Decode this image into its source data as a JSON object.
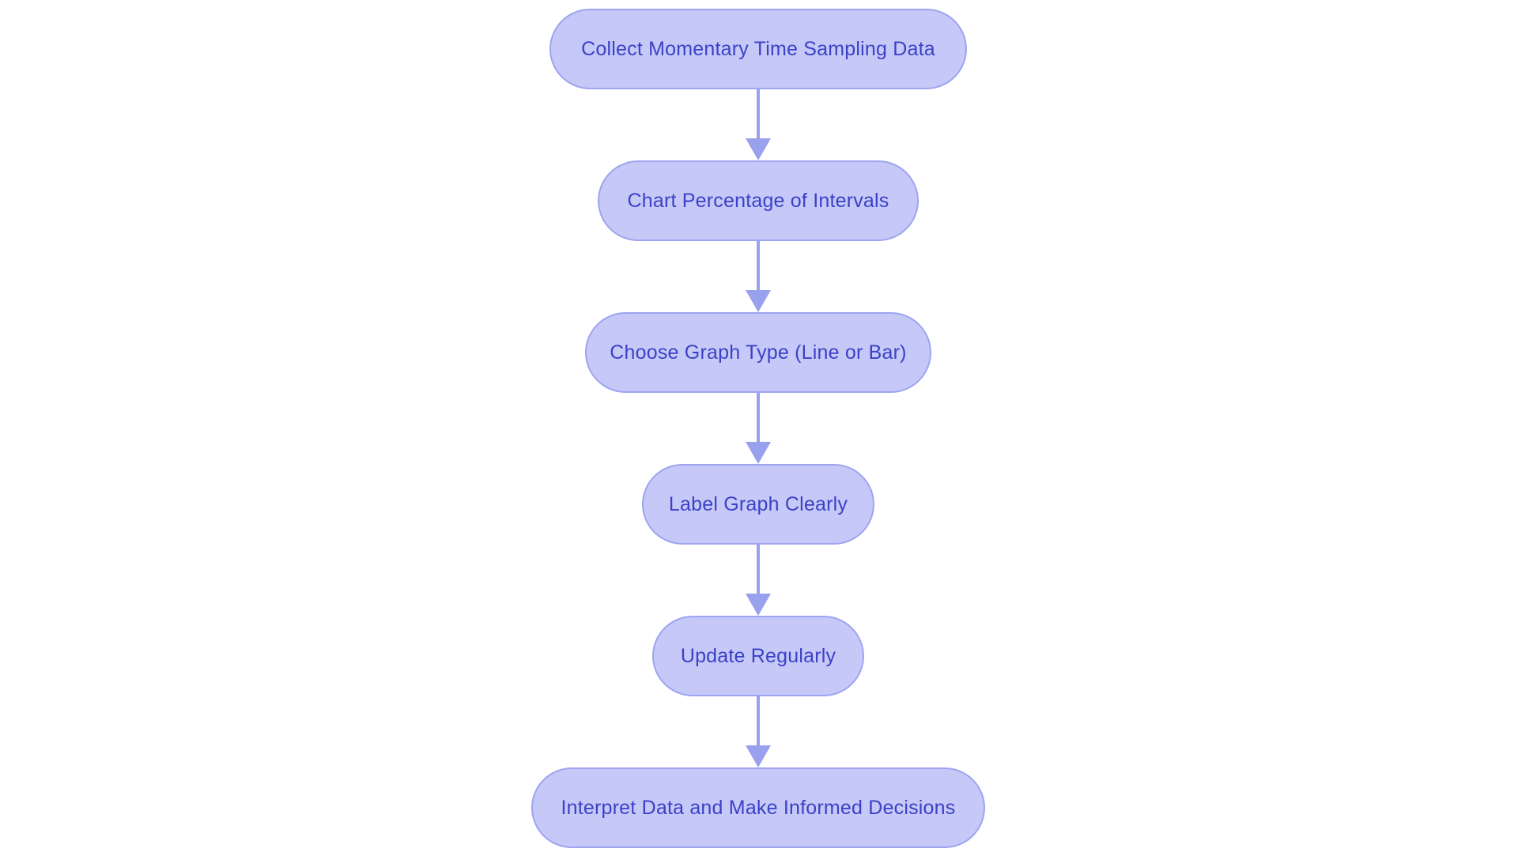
{
  "diagram": {
    "type": "flowchart",
    "direction": "top-down",
    "colors": {
      "bg": "#ffffff",
      "node_fill": "#c6c9f8",
      "node_border": "#9da4f0",
      "text_color": "#3b41c6",
      "arrow_color": "#99a0ee"
    },
    "nodes": [
      {
        "id": "collect-data",
        "label": "Collect Momentary Time Sampling Data"
      },
      {
        "id": "chart-percentage",
        "label": "Chart Percentage of Intervals"
      },
      {
        "id": "choose-graph-type",
        "label": "Choose Graph Type (Line or Bar)"
      },
      {
        "id": "label-graph",
        "label": "Label Graph Clearly"
      },
      {
        "id": "update-regularly",
        "label": "Update Regularly"
      },
      {
        "id": "interpret-data",
        "label": "Interpret Data and Make Informed Decisions"
      }
    ],
    "edges": [
      {
        "from": "collect-data",
        "to": "chart-percentage"
      },
      {
        "from": "chart-percentage",
        "to": "choose-graph-type"
      },
      {
        "from": "choose-graph-type",
        "to": "label-graph"
      },
      {
        "from": "label-graph",
        "to": "update-regularly"
      },
      {
        "from": "update-regularly",
        "to": "interpret-data"
      }
    ]
  }
}
